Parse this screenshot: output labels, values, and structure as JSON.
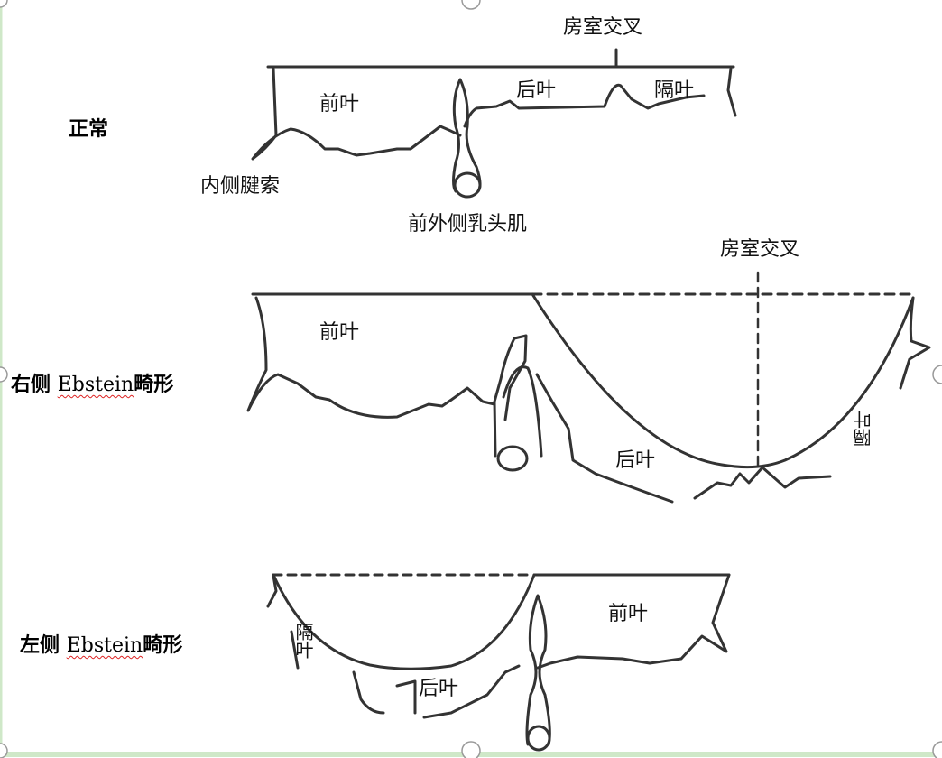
{
  "rows": {
    "normal": "正常",
    "right_prefix": "右侧",
    "right_name": "Ebstein",
    "right_suffix": "畸形",
    "left_prefix": "左侧",
    "left_name": "Ebstein",
    "left_suffix": "畸形"
  },
  "labels": {
    "crux": "房室交叉",
    "anterior": "前叶",
    "posterior": "后叶",
    "septal": "隔叶",
    "medial_chordae": "内侧腱索",
    "papillary": "前外侧乳头肌"
  },
  "colors": {
    "stroke": "#333333",
    "border": "#cfe8c8"
  }
}
